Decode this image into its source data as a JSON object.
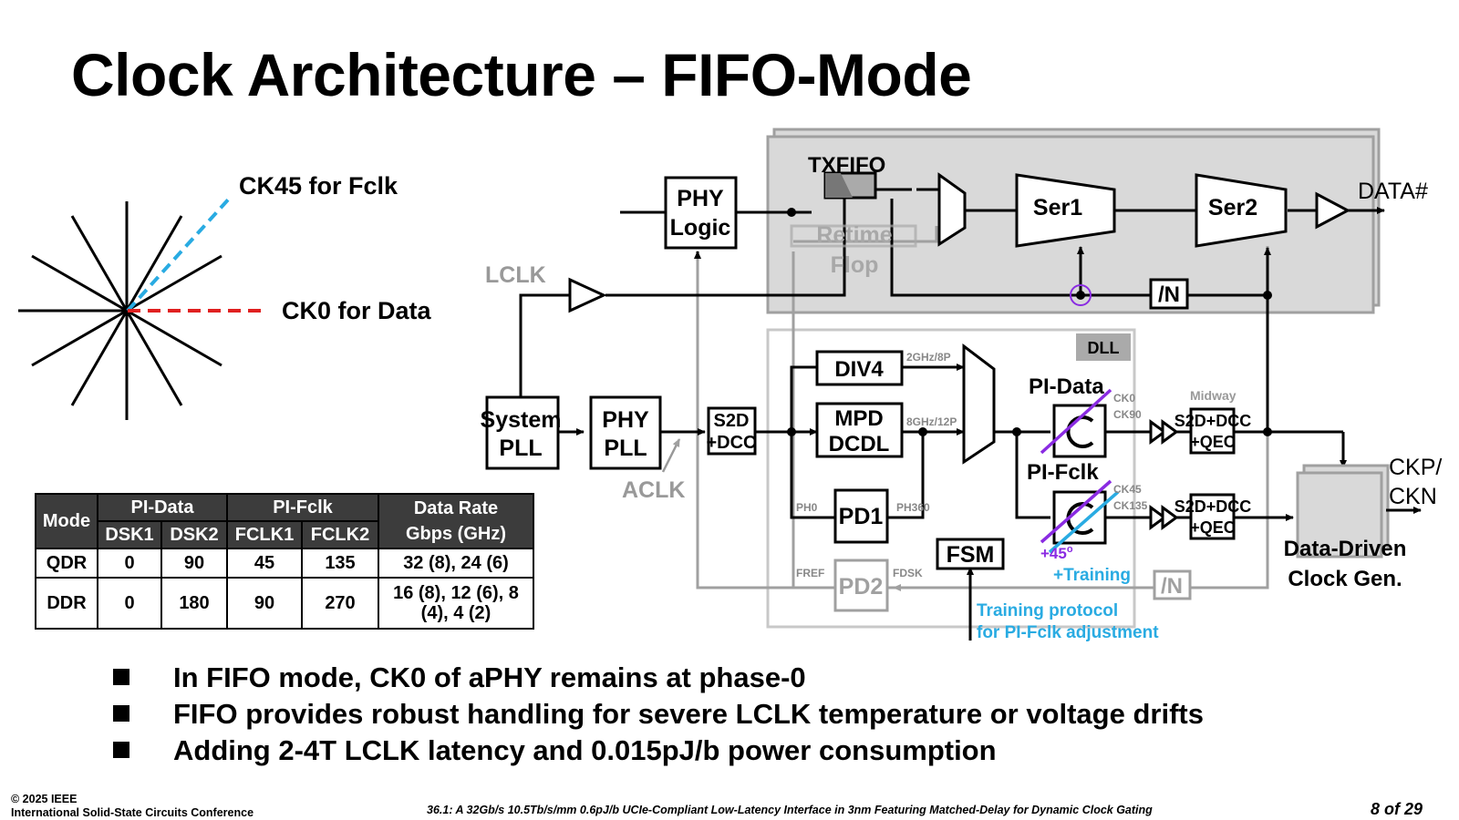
{
  "title": "Clock Architecture – FIFO-Mode",
  "phase_diagram": {
    "ck45_label": "CK45 for Fclk",
    "ck0_label": "CK0 for Data",
    "colors": {
      "ck45": "#29abe2",
      "ck0": "#e02020"
    }
  },
  "blocks": {
    "system_pll": [
      "System",
      "PLL"
    ],
    "phy_pll": [
      "PHY",
      "PLL"
    ],
    "phy_logic": [
      "PHY",
      "Logic"
    ],
    "s2d_dcc_in": [
      "S2D",
      "+DCC"
    ],
    "div4": "DIV4",
    "mpd_dcdl": [
      "MPD",
      "DCDL"
    ],
    "pd1": "PD1",
    "pd2": "PD2",
    "fsm": "FSM",
    "dll": "DLL",
    "txfifo": "TXFIFO",
    "retime_flop": [
      "Retime",
      "Flop"
    ],
    "ser1": "Ser1",
    "ser2": "Ser2",
    "div_n_top": "/N",
    "div_n_bottom": "/N",
    "s2d_dcc_qec_1": [
      "S2D+DCC",
      "+QEC"
    ],
    "s2d_dcc_qec_2": [
      "S2D+DCC",
      "+QEC"
    ],
    "data_driven": [
      "Data-Driven",
      "Clock Gen."
    ]
  },
  "labels": {
    "lclk": "LCLK",
    "aclk": "ACLK",
    "data_out": "DATA#",
    "ckp_ckn": [
      "CKP/",
      "CKN"
    ],
    "pi_data": "PI-Data",
    "pi_fclk": "PI-Fclk",
    "midway": "Midway",
    "freq_2g": "2GHz/8P",
    "freq_8g": "8GHz/12P",
    "ph0": "PH0",
    "ph360": "PH360",
    "fref": "FREF",
    "fdsk": "FDSK",
    "ck0": "CK0",
    "ck90": "CK90",
    "ck45": "CK45",
    "ck135": "CK135",
    "plus45": "+45",
    "plus45_sup": "o",
    "training": "+Training",
    "training_protocol": [
      "Training protocol",
      "for PI-Fclk adjustment"
    ]
  },
  "colors": {
    "purple": "#8a2be2",
    "cyan": "#29abe2",
    "gray": "#a0a0a0",
    "panel": "#d9d9d9"
  },
  "table": {
    "header": {
      "mode": "Mode",
      "pi_data": "PI-Data",
      "pi_fclk": "PI-Fclk",
      "rate": [
        "Data Rate",
        "Gbps (GHz)"
      ],
      "sub": [
        "DSK1",
        "DSK2",
        "FCLK1",
        "FCLK2"
      ]
    },
    "rows": [
      {
        "mode": "QDR",
        "dsk1": "0",
        "dsk2": "90",
        "fclk1": "45",
        "fclk2": "135",
        "rate": [
          "32 (8), 24 (6)",
          ""
        ]
      },
      {
        "mode": "DDR",
        "dsk1": "0",
        "dsk2": "180",
        "fclk1": "90",
        "fclk2": "270",
        "rate": [
          "16 (8), 12 (6), 8",
          "(4), 4 (2)"
        ]
      }
    ]
  },
  "bullets": [
    "In FIFO mode, CK0 of aPHY remains at phase-0",
    "FIFO provides robust handling for severe LCLK temperature or voltage drifts",
    "Adding 2-4T LCLK latency and 0.015pJ/b power consumption"
  ],
  "footer": {
    "copyright": "© 2025 IEEE",
    "conference": "International Solid-State Circuits Conference",
    "paper": "36.1: A 32Gb/s 10.5Tb/s/mm 0.6pJ/b UCIe-Compliant Low-Latency Interface in 3nm Featuring Matched-Delay for Dynamic Clock Gating",
    "page": "8 of 29"
  }
}
